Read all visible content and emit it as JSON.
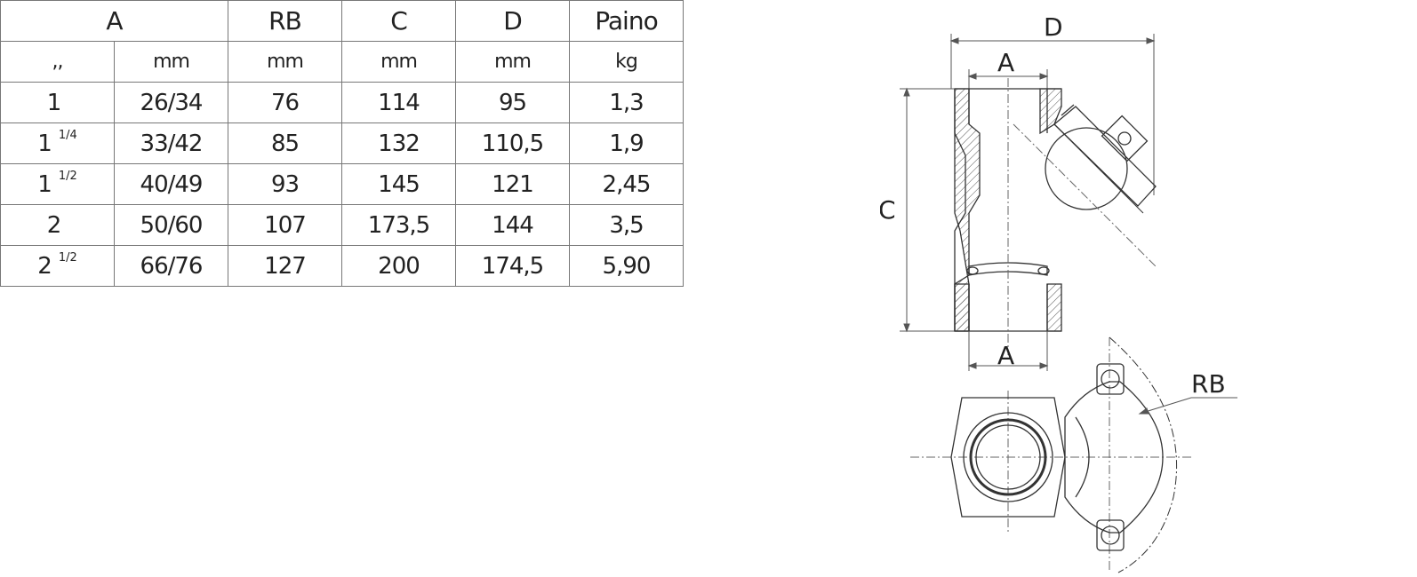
{
  "table": {
    "headers": [
      "A",
      "RB",
      "C",
      "D",
      "Paino"
    ],
    "units": [
      ",,",
      "mm",
      "mm",
      "mm",
      "mm",
      "kg"
    ],
    "rows": [
      {
        "a": "1",
        "frac": "",
        "a_mm": "26/34",
        "rb": "76",
        "c": "114",
        "d": "95",
        "paino": "1,3"
      },
      {
        "a": "1",
        "frac": "1/4",
        "a_mm": "33/42",
        "rb": "85",
        "c": "132",
        "d": "110,5",
        "paino": "1,9"
      },
      {
        "a": "1",
        "frac": "1/2",
        "a_mm": "40/49",
        "rb": "93",
        "c": "145",
        "d": "121",
        "paino": "2,45"
      },
      {
        "a": "2",
        "frac": "",
        "a_mm": "50/60",
        "rb": "107",
        "c": "173,5",
        "d": "144",
        "paino": "3,5"
      },
      {
        "a": "2",
        "frac": "1/2",
        "a_mm": "66/76",
        "rb": "127",
        "c": "200",
        "d": "174,5",
        "paino": "5,90"
      }
    ]
  },
  "drawing": {
    "labels": {
      "d": "D",
      "a_top": "A",
      "c": "C",
      "a_bottom": "A",
      "rb": "RB"
    }
  }
}
